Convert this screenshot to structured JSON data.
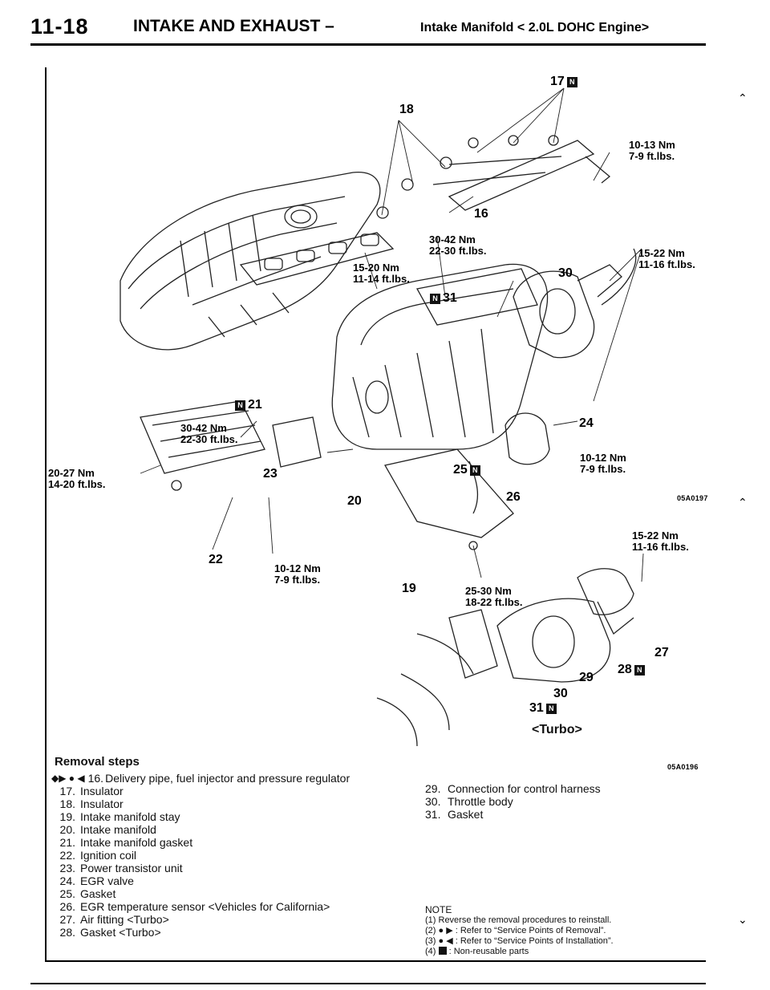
{
  "header": {
    "page_number": "11-18",
    "chapter": "INTAKE AND EXHAUST –",
    "subtitle": "Intake Manifold < 2.0L DOHC Engine>"
  },
  "diagram": {
    "part_labels": {
      "p16": "16",
      "p17": "17",
      "p18": "18",
      "p19": "19",
      "p20": "20",
      "p21": "21",
      "p22": "22",
      "p23": "23",
      "p24": "24",
      "p25": "25",
      "p26": "26",
      "p27": "27",
      "p28": "28",
      "p29": "29",
      "p30_top": "30",
      "p30_turbo": "30",
      "p31_top": "31",
      "p31_turbo": "31"
    },
    "new_part_symbol": "N",
    "torques": {
      "t1_nm": "10-13 Nm",
      "t1_ft": "7-9 ft.lbs.",
      "t2_nm": "30-42 Nm",
      "t2_ft": "22-30 ft.lbs.",
      "t3_nm": "15-20 Nm",
      "t3_ft": "11-14 ft.lbs.",
      "t4_nm": "15-22 Nm",
      "t4_ft": "11-16 ft.lbs.",
      "t5_nm": "30-42 Nm",
      "t5_ft": "22-30 ft.lbs.",
      "t6_nm": "20-27 Nm",
      "t6_ft": "14-20 ft.lbs.",
      "t7_nm": "10-12 Nm",
      "t7_ft": "7-9 ft.lbs.",
      "t8_nm": "10-12 Nm",
      "t8_ft": "7-9 ft.lbs.",
      "t9_nm": "25-30 Nm",
      "t9_ft": "18-22 ft.lbs.",
      "t10_nm": "15-22 Nm",
      "t10_ft": "11-16 ft.lbs."
    },
    "figure_code_1": "05A0197",
    "figure_code_2": "05A0196",
    "turbo_caption": "<Turbo>"
  },
  "removal": {
    "heading": "Removal steps",
    "marks": "◆▶ ● ◀",
    "steps": [
      {
        "n": "16.",
        "t": "Delivery pipe, fuel injector and pressure regulator"
      },
      {
        "n": "17.",
        "t": "Insulator"
      },
      {
        "n": "18.",
        "t": "Insulator"
      },
      {
        "n": "19.",
        "t": "Intake manifold stay"
      },
      {
        "n": "20.",
        "t": "Intake manifold"
      },
      {
        "n": "21.",
        "t": "Intake manifold gasket"
      },
      {
        "n": "22.",
        "t": "Ignition coil"
      },
      {
        "n": "23.",
        "t": "Power transistor unit"
      },
      {
        "n": "24.",
        "t": "EGR valve"
      },
      {
        "n": "25.",
        "t": "Gasket"
      },
      {
        "n": "26.",
        "t": "EGR temperature sensor <Vehicles for California>"
      },
      {
        "n": "27.",
        "t": "Air fitting <Turbo>"
      },
      {
        "n": "28.",
        "t": "Gasket <Turbo>"
      }
    ],
    "steps_right": [
      {
        "n": "29.",
        "t": "Connection for control harness"
      },
      {
        "n": "30.",
        "t": "Throttle body"
      },
      {
        "n": "31.",
        "t": "Gasket"
      }
    ]
  },
  "note": {
    "title": "NOTE",
    "line1": "(1) Reverse the removal procedures to reinstall.",
    "line2_prefix": "(2) ● ▶ :",
    "line2_text": "Refer to “Service Points of Removal”.",
    "line3_prefix": "(3) ● ◀ :",
    "line3_text": "Refer to “Service Points of Installation”.",
    "line4_prefix": "(4)",
    "line4_text": ": Non-reusable parts"
  }
}
